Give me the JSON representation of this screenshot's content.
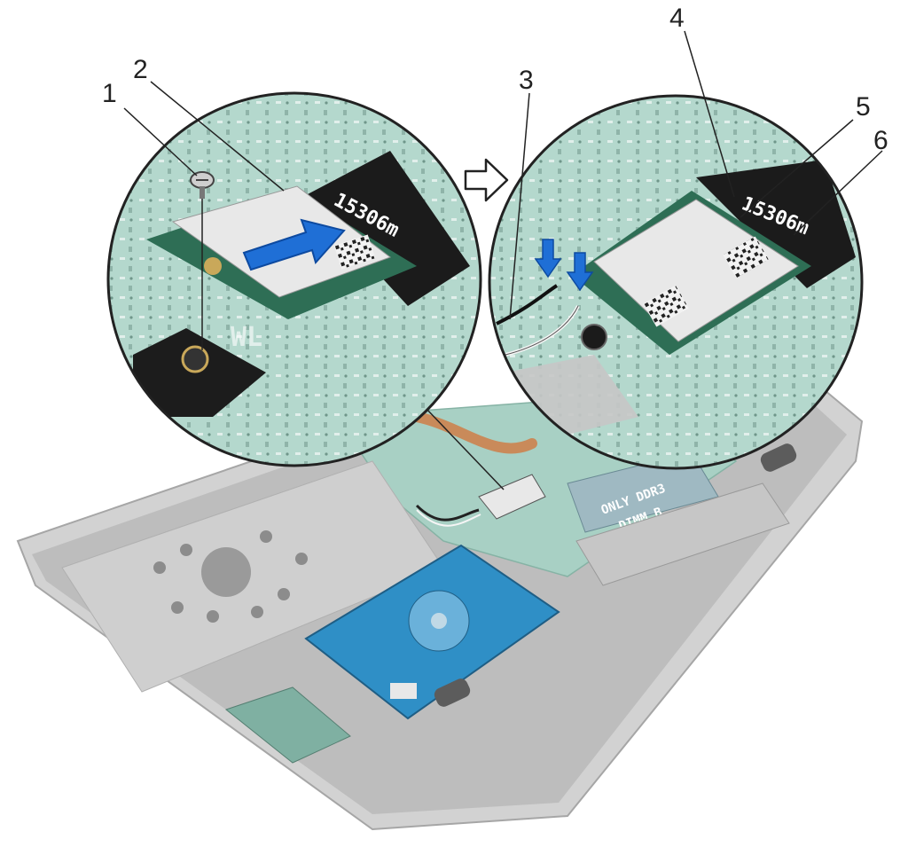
{
  "callouts": [
    {
      "id": "1",
      "label": "1"
    },
    {
      "id": "2",
      "label": "2"
    },
    {
      "id": "3",
      "label": "3"
    },
    {
      "id": "4",
      "label": "4"
    },
    {
      "id": "5",
      "label": "5"
    },
    {
      "id": "6",
      "label": "6"
    }
  ],
  "board_markings": {
    "slot_left": "15306m",
    "slot_right": "15306m",
    "memory_label": "ONLY DDR3",
    "memory_slot": "DIMM B",
    "board_text": "WL"
  },
  "colors": {
    "board": "#a8d0c4",
    "board_dark": "#7fb0a2",
    "chassis": "#c9c9c9",
    "chassis_dark": "#9a9a9a",
    "arrow_blue": "#1f6fd6",
    "disk": "#2f8fc6",
    "card": "#e8e8e8",
    "connector": "#222222"
  },
  "icons": {
    "step_arrow": "outline-right-arrow-icon",
    "push_arrow": "blue-push-arrow-icon",
    "screw": "screw-icon"
  }
}
